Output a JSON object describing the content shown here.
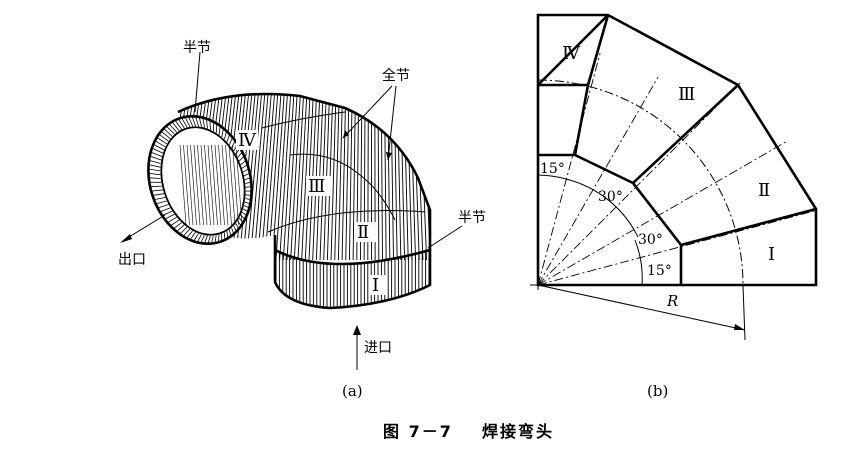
{
  "figure_a": {
    "labels": {
      "half_top": "半节",
      "full": "全节",
      "half_right": "半节",
      "outlet": "出口",
      "inlet": "进口"
    },
    "sections": [
      "Ⅳ",
      "Ⅲ",
      "Ⅱ",
      "Ⅰ"
    ],
    "sublabel": "(a)"
  },
  "figure_b": {
    "sections": [
      "Ⅳ",
      "Ⅲ",
      "Ⅱ",
      "Ⅰ"
    ],
    "angles": [
      "15°",
      "30°",
      "30°",
      "15°"
    ],
    "radius_label": "R",
    "sublabel": "(b)"
  },
  "caption": {
    "number": "图 7－7",
    "title": "焊接弯头"
  }
}
